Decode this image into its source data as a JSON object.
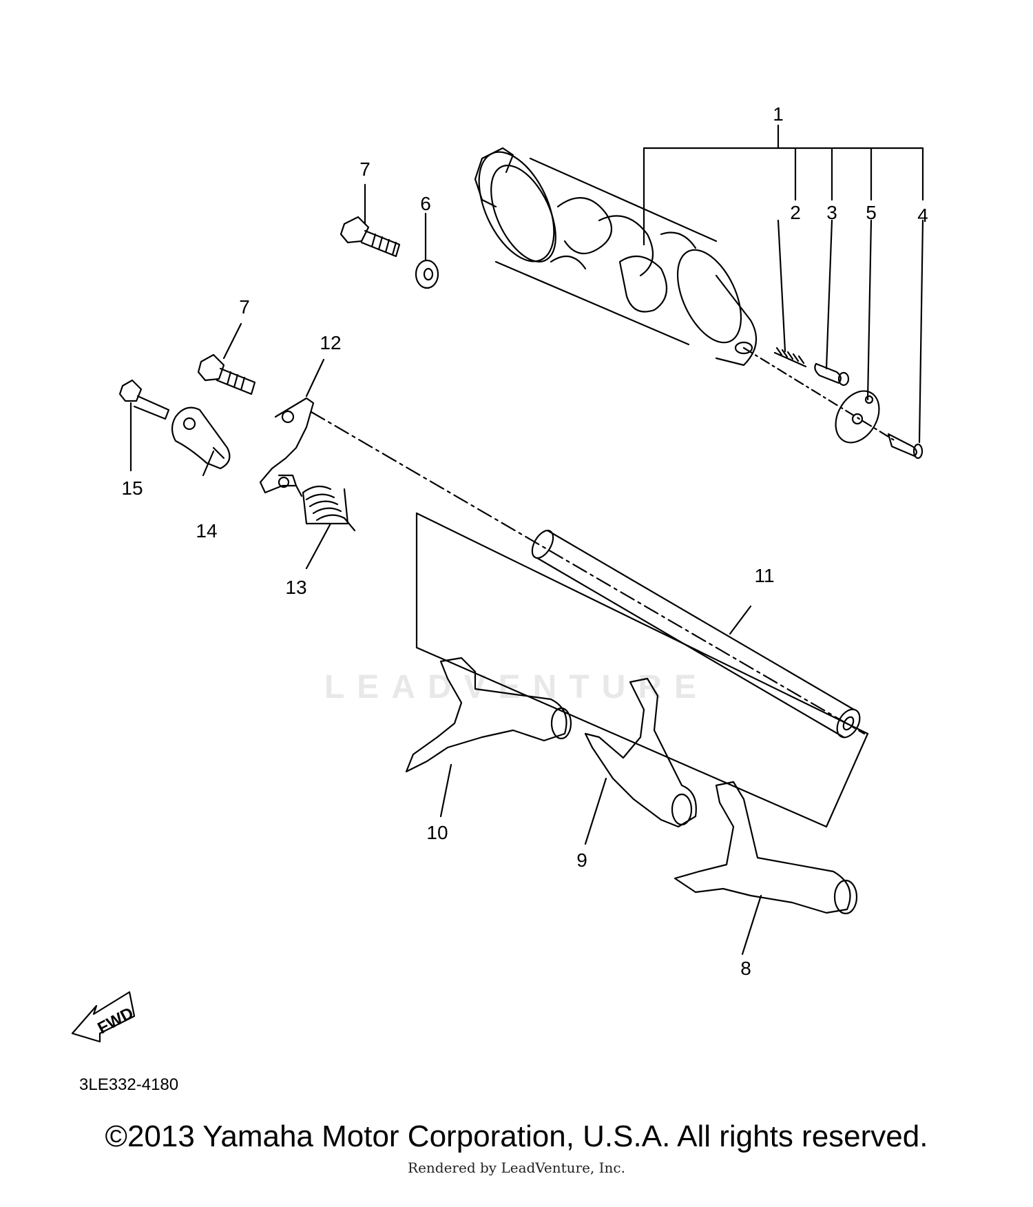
{
  "callouts": {
    "c1": "1",
    "c2": "2",
    "c3": "3",
    "c4": "4",
    "c5": "5",
    "c6": "6",
    "c7a": "7",
    "c7b": "7",
    "c8": "8",
    "c9": "9",
    "c10": "10",
    "c11": "11",
    "c12": "12",
    "c13": "13",
    "c14": "14",
    "c15": "15"
  },
  "fwd_label": "FWD",
  "part_number": "3LE332-4180",
  "watermark": "LEADVENTURE",
  "copyright": "©2013 Yamaha Motor Corporation, U.S.A. All rights reserved.",
  "rendered_by": "Rendered by LeadVenture, Inc.",
  "colors": {
    "ink": "#000000",
    "watermark": "#e8e8e8"
  }
}
